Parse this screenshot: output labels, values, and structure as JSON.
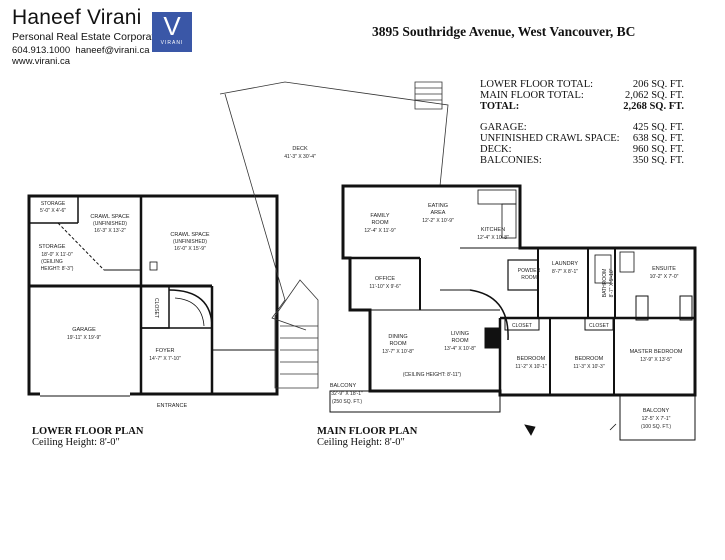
{
  "brand": {
    "name": "Haneef Virani",
    "subtitle": "Personal Real Estate Corporation",
    "phone": "604.913.1000",
    "email": "haneef@virani.ca",
    "website": "www.virani.ca",
    "logo_letter": "V",
    "logo_word": "VIRANI",
    "logo_color": "#3a57a7"
  },
  "address": "3895 Southridge Avenue, West Vancouver, BC",
  "area_summary": {
    "lower_floor": {
      "label": "LOWER FLOOR TOTAL:",
      "value": "206 SQ. FT."
    },
    "main_floor": {
      "label": "MAIN FLOOR TOTAL:",
      "value": "2,062 SQ. FT."
    },
    "total": {
      "label": "TOTAL:",
      "value": "2,268 SQ. FT."
    },
    "garage": {
      "label": "GARAGE:",
      "value": "425 SQ. FT."
    },
    "crawl": {
      "label": "UNFINISHED CRAWL SPACE:",
      "value": "638 SQ. FT."
    },
    "deck": {
      "label": "DECK:",
      "value": "960 SQ. FT."
    },
    "balconies": {
      "label": "BALCONIES:",
      "value": "350 SQ. FT."
    }
  },
  "lower_plan": {
    "title": "LOWER FLOOR PLAN",
    "ceiling": "Ceiling Height: 8'-0\"",
    "rooms": {
      "storage_small": {
        "name": "STORAGE",
        "dims": "5'-0\" X 4'-6\""
      },
      "crawl1": {
        "name": "CRAWL SPACE",
        "note": "(UNFINISHED)",
        "dims": "16'-3\" X 13'-2\""
      },
      "crawl2": {
        "name": "CRAWL SPACE",
        "note": "(UNFINISHED)",
        "dims": "16'-0\" X 15'-9\""
      },
      "storage": {
        "name": "STORAGE",
        "dims": "18'-0\" X 11'-0\"",
        "note1": "(CEILING",
        "note2": "HEIGHT: 8'-3\")"
      },
      "garage": {
        "name": "GARAGE",
        "dims": "19'-11\" X 19'-9\""
      },
      "closet": {
        "name": "CLOSET"
      },
      "foyer": {
        "name": "FOYER",
        "dims": "14'-7\" X 7'-10\""
      },
      "entrance": {
        "name": "ENTRANCE"
      }
    }
  },
  "main_plan": {
    "title": "MAIN FLOOR PLAN",
    "ceiling": "Ceiling Height: 8'-0\"",
    "rooms": {
      "deck": {
        "name": "DECK",
        "dims": "41'-3\" X 30'-4\""
      },
      "family": {
        "name": "FAMILY",
        "name2": "ROOM",
        "dims": "12'-4\" X 11'-9\""
      },
      "eating": {
        "name": "EATING",
        "name2": "AREA",
        "dims": "12'-2\" X 10'-9\""
      },
      "kitchen": {
        "name": "KITCHEN",
        "dims": "12'-4\" X 10'-8\""
      },
      "office": {
        "name": "OFFICE",
        "dims": "11'-10\" X 9'-6\""
      },
      "powder": {
        "name": "POWDER",
        "name2": "ROOM"
      },
      "laundry": {
        "name": "LAUNDRY",
        "dims": "8'-7\" X 8'-1\""
      },
      "bathroom": {
        "name": "BATHROOM",
        "dims": "8'-7\" X 5'-10\""
      },
      "ensuite": {
        "name": "ENSUITE",
        "dims": "10'-2\" X 7'-0\""
      },
      "dining": {
        "name": "DINING",
        "name2": "ROOM",
        "dims": "13'-7\" X 10'-8\""
      },
      "living": {
        "name": "LIVING",
        "name2": "ROOM",
        "dims": "13'-4\" X 10'-8\""
      },
      "ceiling_note": "(CEILING HEIGHT: 8'-11\")",
      "bedroom1": {
        "name": "BEDROOM",
        "dims": "11'-2\" X 10'-1\""
      },
      "bedroom2": {
        "name": "BEDROOM",
        "dims": "11'-3\" X 10'-3\""
      },
      "master": {
        "name": "MASTER BEDROOM",
        "dims": "13'-9\" X 13'-5\""
      },
      "balcony1": {
        "name": "BALCONY",
        "dims": "32'-9\" X 18'-1\"",
        "area": "(250 SQ. FT.)"
      },
      "balcony2": {
        "name": "BALCONY",
        "dims": "12'-5\" X 7'-1\"",
        "area": "(100 SQ. FT.)"
      },
      "closet": "CLOSET"
    }
  }
}
